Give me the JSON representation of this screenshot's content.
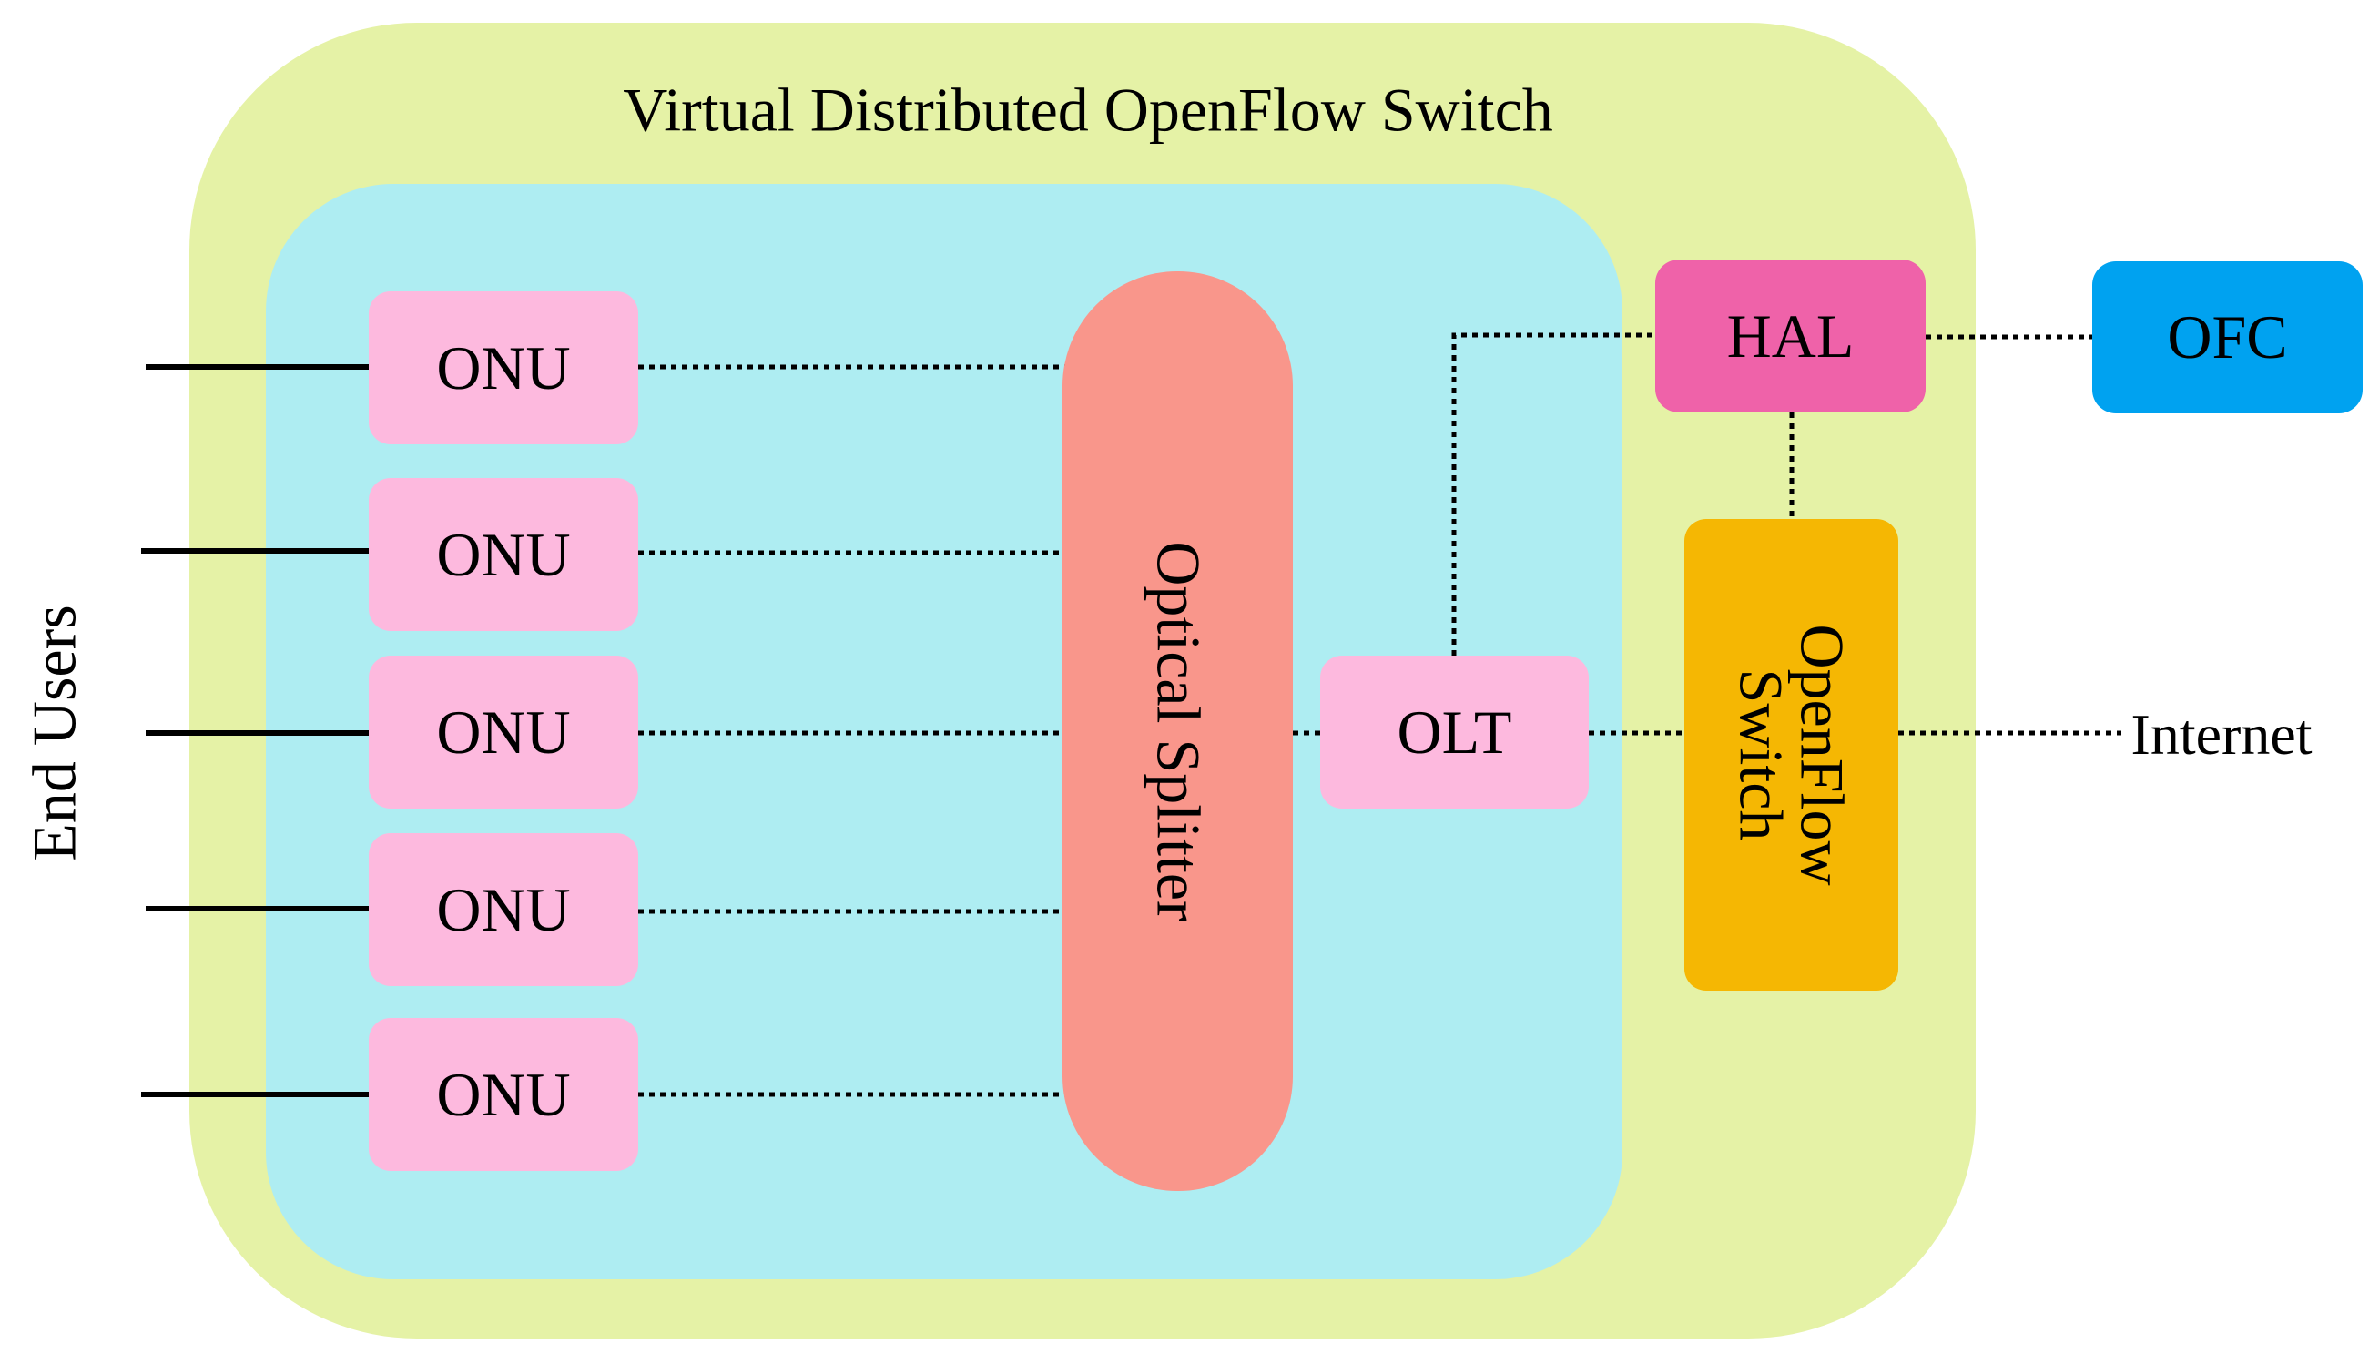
{
  "title": "Virtual Distributed OpenFlow Switch",
  "end_users_label": "End Users",
  "internet_label": "Internet",
  "onus": [
    "ONU",
    "ONU",
    "ONU",
    "ONU",
    "ONU"
  ],
  "splitter_label": "Optical Splitter",
  "olt_label": "OLT",
  "hal_label": "HAL",
  "ofc_label": "OFC",
  "openflow_switch_label": [
    "OpenFlow",
    "Switch"
  ],
  "colors": {
    "outer_container": "#e5f2a6",
    "pon_container": "#aeedf2",
    "onu": "#fdb9de",
    "splitter": "#f9968b",
    "olt": "#fdb9de",
    "hal": "#ef62a9",
    "ofc": "#00a2f0",
    "openflow_switch": "#f5b703",
    "line": "#000000"
  }
}
